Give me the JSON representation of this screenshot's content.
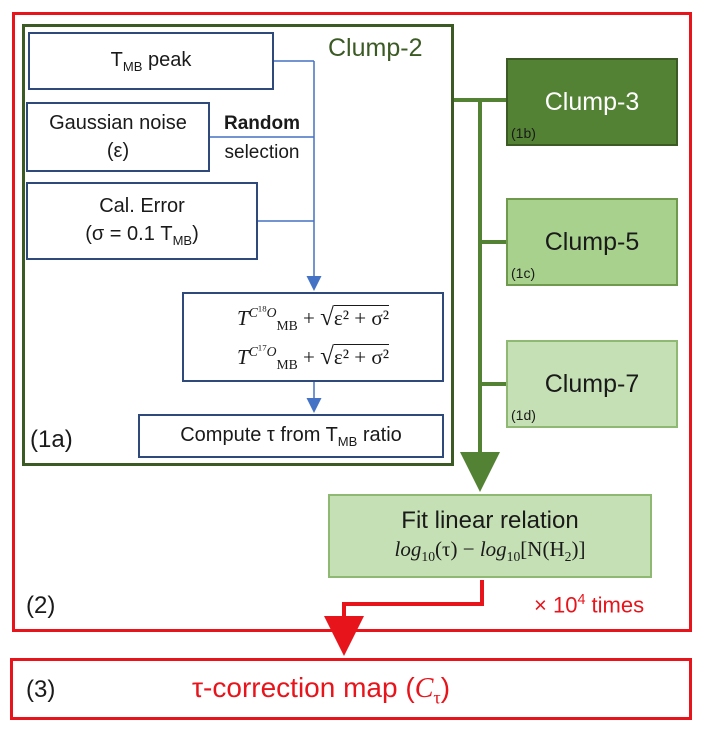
{
  "outer": {
    "label": "(2)",
    "times_prefix": "× 10",
    "times_exp": "4",
    "times_suffix": " times"
  },
  "clump2": {
    "title": "Clump-2",
    "label": "(1a)"
  },
  "inputs": {
    "tmb_main": "T",
    "tmb_sub": "MB",
    "tmb_rest": " peak",
    "noise_line1": "Gaussian noise",
    "noise_line2": "(ε)",
    "random_line1": "Random",
    "random_line2": "selection",
    "cal_line1": "Cal. Error",
    "cal_line2a": "(σ = 0.1 T",
    "cal_line2sub": "MB",
    "cal_line2b": ")"
  },
  "formula": {
    "iso1": "18",
    "iso2": "17",
    "T": "T",
    "C": "C",
    "O": "O",
    "MB": "MB",
    "plus": "+",
    "root_body": "ε² + σ²"
  },
  "compute": {
    "prefix": "Compute τ from T",
    "sub": "MB",
    "suffix": " ratio"
  },
  "clumps": [
    {
      "name": "Clump-3",
      "tag": "(1b)",
      "fill": "#548235",
      "text": "#ffffff"
    },
    {
      "name": "Clump-5",
      "tag": "(1c)",
      "fill": "#a9d18e",
      "text": "#1a1a1a"
    },
    {
      "name": "Clump-7",
      "tag": "(1d)",
      "fill": "#c5e0b4",
      "text": "#1a1a1a"
    }
  ],
  "fit": {
    "line1": "Fit linear relation",
    "log": "log",
    "ten": "10",
    "tau": "(τ)",
    "minus": " − ",
    "nh2_a": "[N(H",
    "nh2_sub": "2",
    "nh2_b": ")]"
  },
  "final": {
    "label": "(3)",
    "title": "τ-correction map (",
    "C": "C",
    "Csub": "τ",
    "close": ")"
  },
  "colors": {
    "red": "#e8141b",
    "dark_green": "#3b5a24",
    "green_arrow": "#548235",
    "blue_arrow": "#4472c4",
    "box_border": "#2f4a7a"
  }
}
